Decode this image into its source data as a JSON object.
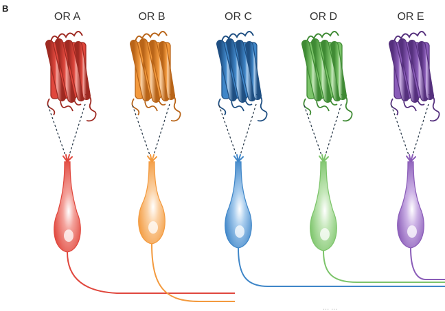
{
  "figure": {
    "panel_letter": "B",
    "receptors": [
      {
        "label": "OR  A",
        "color": "#e0473d",
        "dark": "#9e2a22",
        "light": "#f4a39c"
      },
      {
        "label": "OR  B",
        "color": "#f39a3e",
        "dark": "#b86418",
        "light": "#fbd2a6"
      },
      {
        "label": "OR  C",
        "color": "#3f86c8",
        "dark": "#1f4f82",
        "light": "#a9cdee"
      },
      {
        "label": "OR  D",
        "color": "#7cc46a",
        "dark": "#3f8a34",
        "light": "#c6e8bb"
      },
      {
        "label": "OR  E",
        "color": "#8a5cb8",
        "dark": "#55307d",
        "light": "#cdb3e6"
      }
    ],
    "clipped_text": "... ..."
  }
}
